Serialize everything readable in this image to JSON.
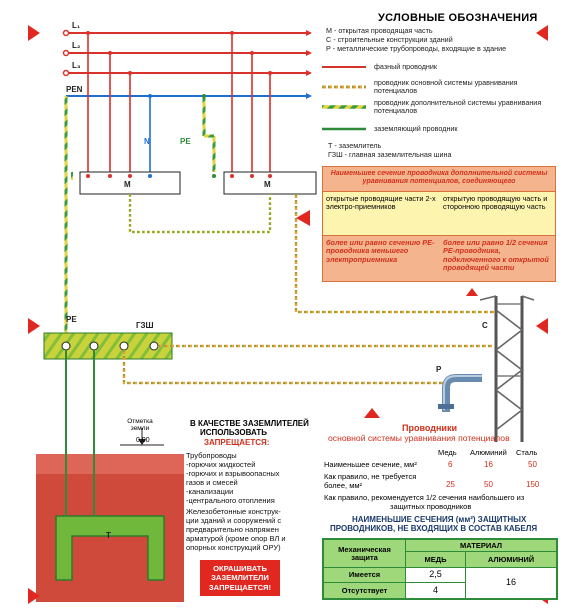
{
  "phase_labels": [
    "L₁",
    "L₂",
    "L₃"
  ],
  "pen_label": "PEN",
  "n_label": "N",
  "pe_label": "PE",
  "m_label": "M",
  "pe_label_2": "PE",
  "gzsh_label": "ГЗШ",
  "c_label": "C",
  "p_label": "P",
  "t_label": "T",
  "ground_mark": {
    "label": "Отметка земли",
    "value": "0,00"
  },
  "legend": {
    "title": "УСЛОВНЫЕ ОБОЗНАЧЕНИЯ",
    "defs": [
      "М - открытая проводящая часть",
      "С - строительные конструкции зданий",
      "Р - металлические трубопроводы, входящие в здание"
    ],
    "items": [
      {
        "text": "фазный проводник",
        "color": "#d8322a"
      },
      {
        "text": "проводник основной системы уравнивания потенциалов",
        "color": "#e8a23a"
      },
      {
        "text": "проводник дополнительной системы уравнивания потенциалов",
        "color": "#cfcf3a"
      },
      {
        "text": "заземляющий проводник",
        "color": "#2e8b3a"
      }
    ],
    "defs2": [
      "Т - заземлитель",
      "ГЗШ - главная заземлительная шина"
    ]
  },
  "section_table": {
    "header": "Наименьшее сечение проводника дополнительной системы уравнивания потенциалов, соединяющего",
    "cells": [
      "открытые проводящие части 2-х электро-приемников",
      "открытую проводящую часть и сторонною проводящую часть",
      "более или равно сечению PE-проводника меньшего электроприемника",
      "более или равно 1/2 сечения PE-проводника, подключенного к открытой проводящей части"
    ]
  },
  "prohibited": {
    "title_1": "В КАЧЕСТВЕ ЗАЗЕМЛИТЕЛЕЙ",
    "title_2": "ИСПОЛЬЗОВАТЬ",
    "title_3": "ЗАПРЕЩАЕТСЯ:",
    "items": [
      "Трубопроводы",
      "-горючих жидкостей",
      "-горючих и взрывоопасных",
      "газов и смесей",
      "-канализации",
      "-центрального отопления",
      "Железобетонные конструк-",
      "ции зданий и сооружений с",
      "предварительно напряжен",
      "арматурой (кроме опор ВЛ и",
      "опорных конструкций ОРУ)"
    ],
    "warning": "ОКРАШИВАТЬ ЗАЗЕМЛИТЕЛИ ЗАПРЕЩАЕТСЯ!"
  },
  "conductors": {
    "title_1": "Проводники",
    "title_2": "основной системы уравнивания потенциалов",
    "col_copper": "Медь",
    "col_aluminum": "Алюминий",
    "col_steel": "Сталь",
    "row1_label": "Наименьшее сечение, мм²",
    "row1_values": [
      "6",
      "16",
      "50"
    ],
    "row2_label_1": "Как правило, не требуется",
    "row2_label_2": "более, мм²",
    "row2_values": [
      "25",
      "50",
      "150"
    ],
    "note_1": "Как правило, рекомендуется 1/2 сечения наибольшего из",
    "note_2": "защитных проводников"
  },
  "protective": {
    "title_1": "НАИМЕНЬШИЕ СЕЧЕНИЯ (мм²) ЗАЩИТНЫХ",
    "title_2": "ПРОВОДНИКОВ, НЕ ВХОДЯЩИХ В СОСТАВ КАБЕЛЯ",
    "col_protection": "Механическая защита",
    "col_material": "МАТЕРИАЛ",
    "col_copper": "МЕДЬ",
    "col_aluminum": "АЛЮМИНИЙ",
    "rows": [
      {
        "label": "Имеется",
        "copper": "2,5"
      },
      {
        "label": "Отсутствует",
        "copper": "4"
      }
    ],
    "aluminum_value": "16"
  },
  "colors": {
    "phase": "#d8322a",
    "pen": "#1f6fd1",
    "neutral": "#1f6fd1",
    "ground": "#2e8b3a",
    "main_eq": "#e8a23a",
    "add_eq": "#d7d33a",
    "arrow": "#e02820",
    "earth": "#c9463a"
  }
}
